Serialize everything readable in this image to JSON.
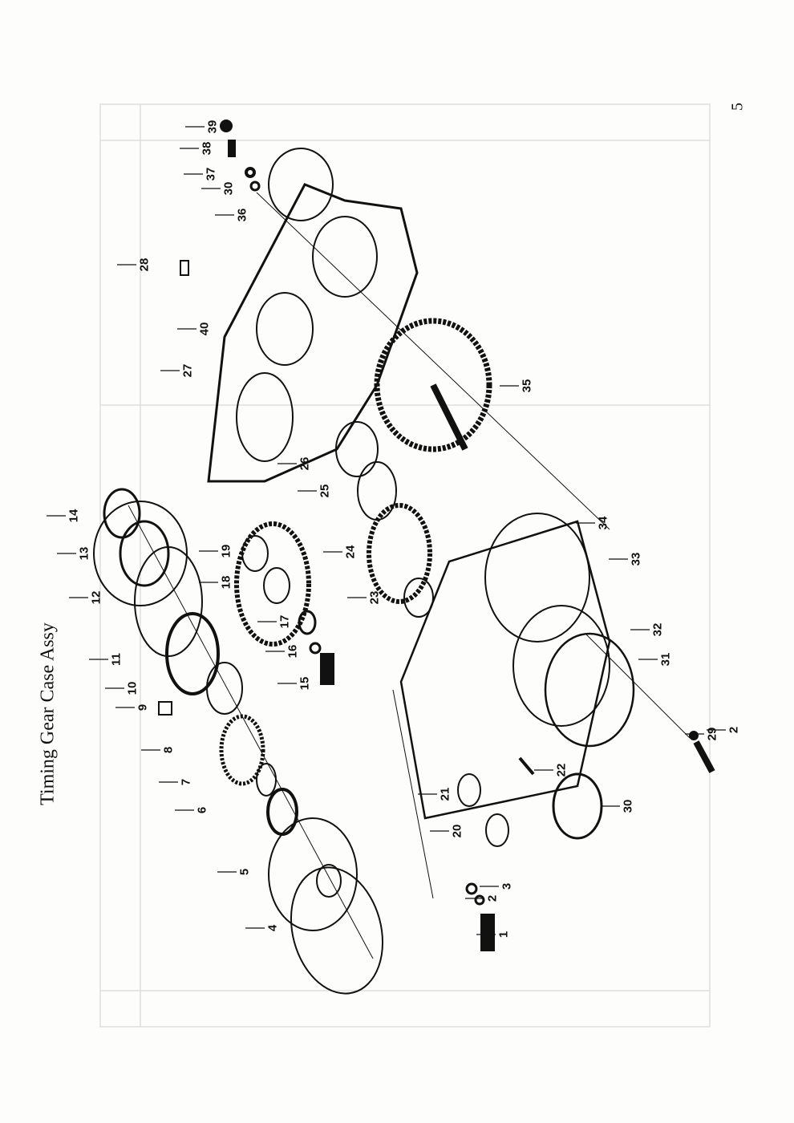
{
  "title": "Timing Gear Case  Assy",
  "page_number": "5",
  "callouts": [
    "1",
    "2",
    "3",
    "4",
    "5",
    "6",
    "7",
    "8",
    "9",
    "10",
    "11",
    "12",
    "13",
    "14",
    "15",
    "16",
    "17",
    "18",
    "19",
    "20",
    "21",
    "22",
    "23",
    "24",
    "25",
    "26",
    "27",
    "28",
    "29",
    "30",
    "31",
    "32",
    "33",
    "34",
    "35",
    "36",
    "37",
    "38",
    "39",
    "40",
    "2",
    "30"
  ],
  "colors": {
    "ink": "#111111",
    "faded_table": "#d8d8d8"
  }
}
